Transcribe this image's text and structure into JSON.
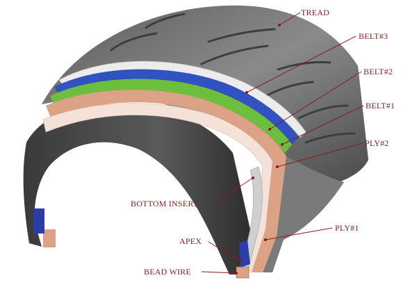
{
  "colors": {
    "leader": "#8b1a1a",
    "label_text": "#7a1f1f",
    "tread": "#6e6e6e",
    "belt3": "#ececec",
    "belt2": "#2f4fbf",
    "belt1": "#6cbf3a",
    "ply2": "#e2a98f",
    "ply1": "#f1d3c5",
    "bottom_insert": "#cfcfcf",
    "apex": "#2a3da8",
    "bead_wire": "#c48a6c"
  },
  "labels": {
    "tread": "TREAD",
    "belt3": "BELT#3",
    "belt2": "BELT#2",
    "belt1": "BELT#1",
    "ply2": "PLY#2",
    "bottom_insert": "BOTTOM INSERT",
    "ply1": "PLY#1",
    "apex": "APEX",
    "bead_wire": "BEAD WIRE"
  }
}
